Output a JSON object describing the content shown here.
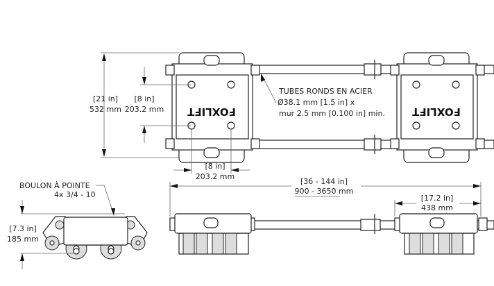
{
  "logo_text": "FOXLIFT",
  "top_view": {
    "overall_height": {
      "in": "[21 in]",
      "mm": "532 mm"
    },
    "bolt_spacing_vertical": {
      "in": "[8 in]",
      "mm": "203.2 mm"
    },
    "bolt_spacing_horizontal": {
      "in": "[8 in]",
      "mm": "203.2 mm"
    },
    "tube_note": {
      "line1": "TUBES RONDS EN ACIER",
      "line2": "Ø38.1 mm [1.5 in] x",
      "line3": "mur 2.5 mm [0.100 in] min."
    }
  },
  "side_view": {
    "bolt_note": {
      "line1": "BOULON À POINTE",
      "line2": "4x 3/4 - 10"
    },
    "height": {
      "in": "[7.3 in]",
      "mm": "185 mm"
    }
  },
  "front_view": {
    "overall_length": {
      "in": "[36 - 144 in]",
      "mm": "900 - 3650 mm"
    },
    "unit_length": {
      "in": "[17.2 in]",
      "mm": "438 mm"
    }
  }
}
